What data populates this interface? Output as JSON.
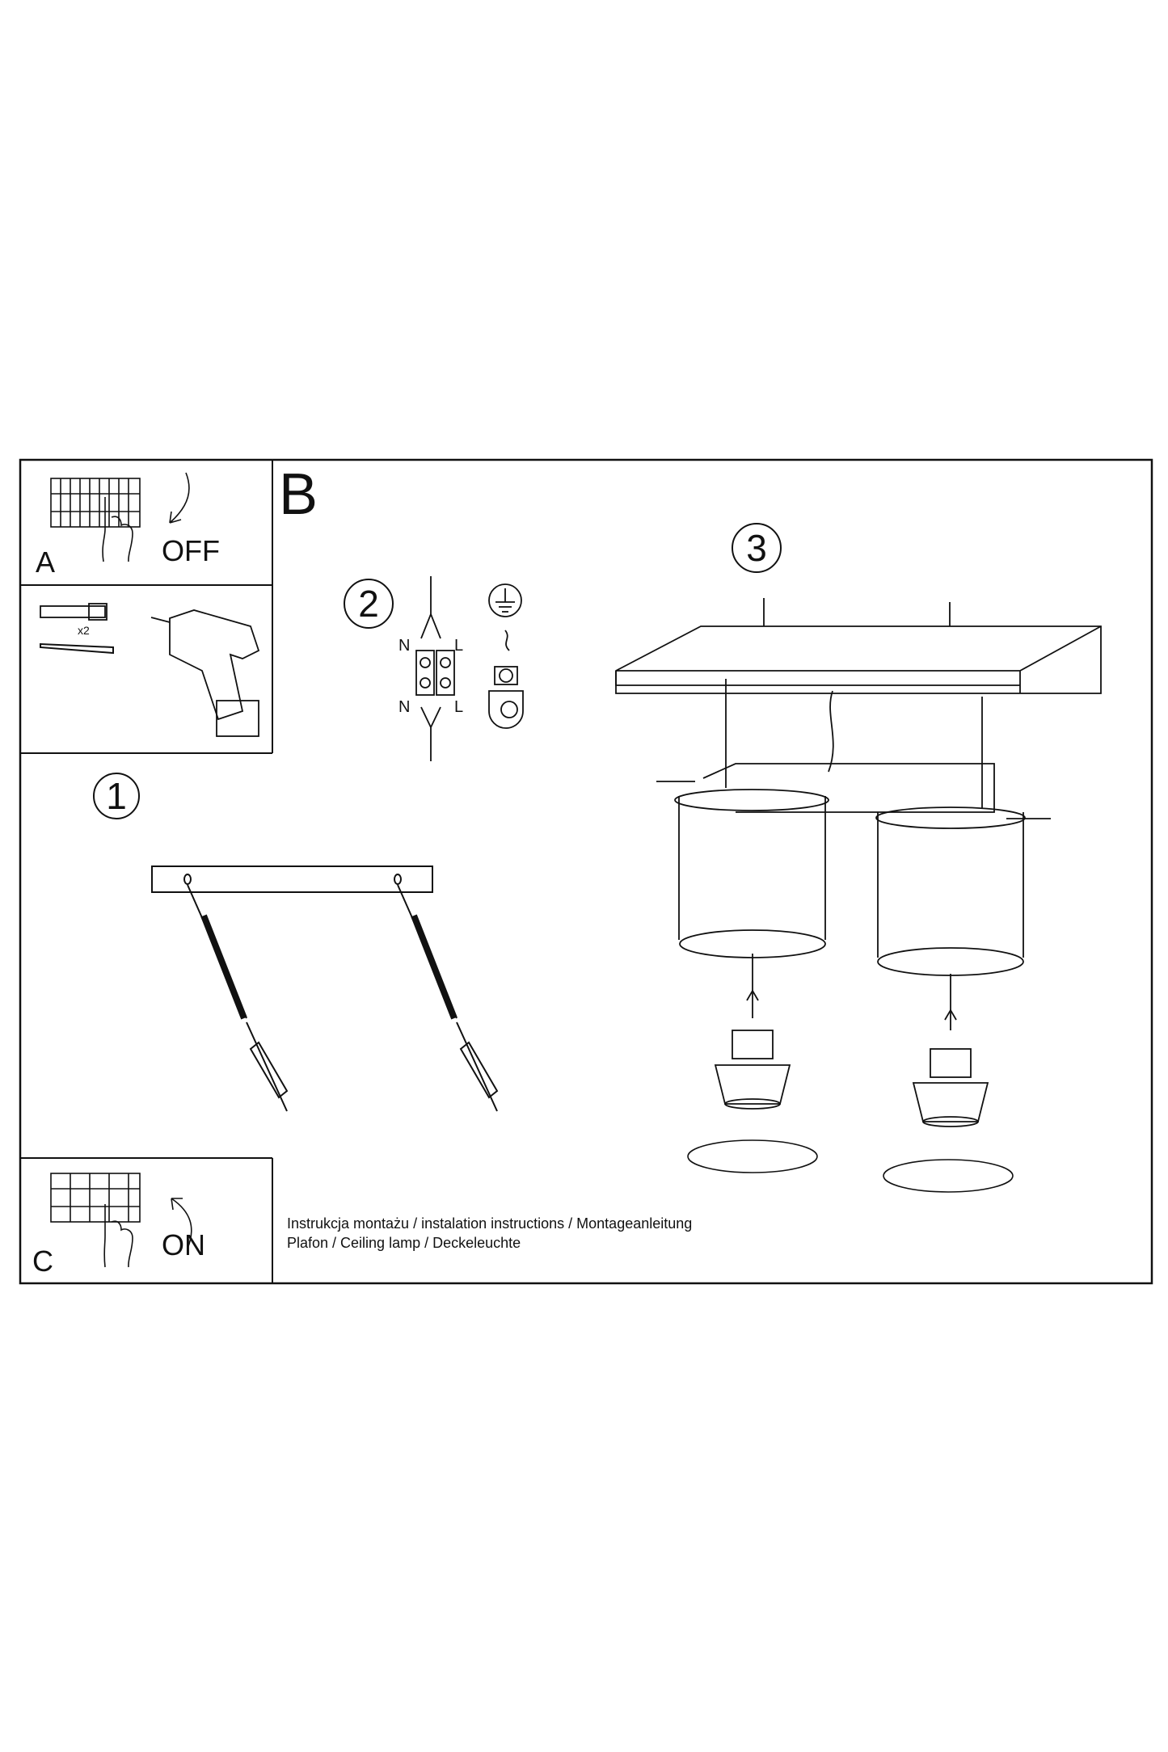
{
  "panels": {
    "a": {
      "letter": "A",
      "action": "OFF"
    },
    "tools": {
      "quantity": "x2"
    },
    "b": {
      "letter": "B"
    },
    "c": {
      "letter": "C",
      "action": "ON"
    }
  },
  "steps": {
    "step1": "1",
    "step2": "2",
    "step3": "3"
  },
  "wiring": {
    "n_top": "N",
    "l_top": "L",
    "n_bottom": "N",
    "l_bottom": "L"
  },
  "caption": {
    "line1": "Instrukcja montażu / instalation instructions / Montageanleitung",
    "line2": "Plafon / Ceiling lamp /  Deckeleuchte"
  }
}
